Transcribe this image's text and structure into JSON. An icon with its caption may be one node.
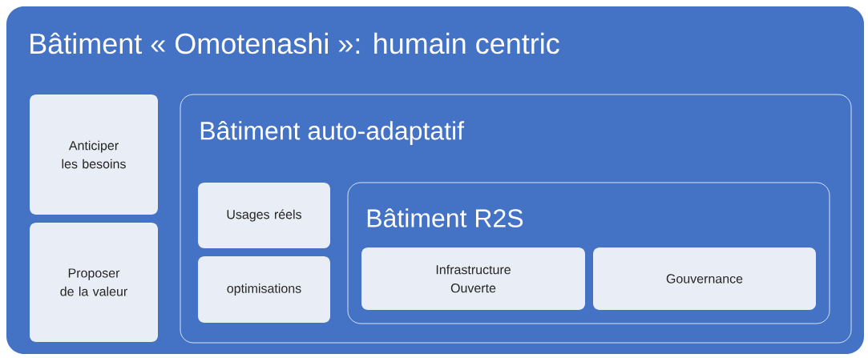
{
  "diagram": {
    "nodes": [
      {
        "text": [
          "Bâtiment « Omotenashi »: humain centric"
        ]
      },
      {
        "text": [
          "Anticiper les besoins"
        ],
        "in": 0
      },
      {
        "text": [
          "Proposer de la valeur"
        ],
        "in": 0
      },
      {
        "text": [
          "Bâtiment auto-adaptatif"
        ],
        "in": 0
      },
      {
        "text": [
          "Usages réels"
        ],
        "in": 3
      },
      {
        "text": [
          "optimisations"
        ],
        "in": 3
      },
      {
        "text": [
          "Bâtiment R2S"
        ],
        "in": 3
      },
      {
        "text": [
          "Infrastructure Ouverte"
        ],
        "in": 6
      },
      {
        "text": [
          "Gouvernance"
        ],
        "in": 6
      }
    ]
  }
}
